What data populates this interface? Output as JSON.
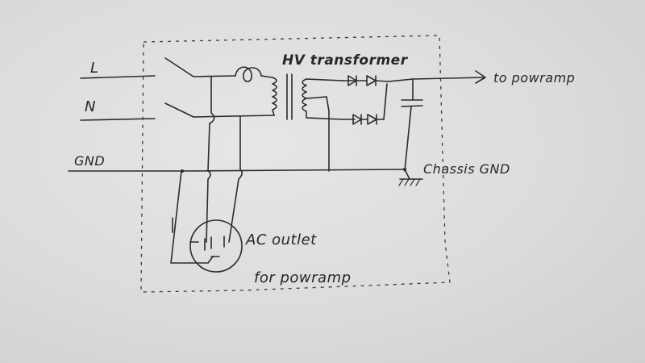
{
  "labels": {
    "line": "L",
    "neutral": "N",
    "ground": "GND",
    "transformer": "HV transformer",
    "output": "to powramp",
    "chassis": "Chassis GND",
    "outlet_line1": "AC outlet",
    "outlet_line2": "for powramp"
  },
  "colors": {
    "ink": "#2b2b30",
    "paper": "#dcdcda"
  }
}
